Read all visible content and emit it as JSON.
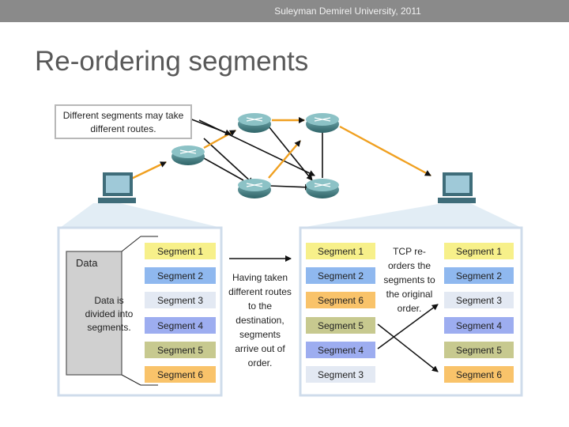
{
  "header": {
    "text": "Suleyman Demirel University, 2011"
  },
  "title": "Re-ordering segments",
  "callout": {
    "line1": "Different segments may take",
    "line2": "different routes."
  },
  "left_box": {
    "data_label": "Data",
    "divided_lines": [
      "Data is",
      "divided into",
      "segments."
    ],
    "segments": [
      "Segment 1",
      "Segment 2",
      "Segment 3",
      "Segment 4",
      "Segment 5",
      "Segment 6"
    ]
  },
  "middle_text": [
    "Having taken",
    "different routes",
    "to the",
    "destination,",
    "segments",
    "arrive out of",
    "order."
  ],
  "received_segments": [
    "Segment 1",
    "Segment 2",
    "Segment 6",
    "Segment 5",
    "Segment 4",
    "Segment 3"
  ],
  "tcp_text": [
    "TCP re-",
    "orders the",
    "segments to",
    "the original",
    "order."
  ],
  "ordered_segments": [
    "Segment 1",
    "Segment 2",
    "Segment 3",
    "Segment 4",
    "Segment 5",
    "Segment 6"
  ],
  "colors": {
    "segment1": "#f7f08a",
    "segment2": "#8fb8ef",
    "segment3": "#e3e9f3",
    "segment4": "#9dadf0",
    "segment5": "#c7c98f",
    "segment6": "#f9c36a",
    "route_orange": "#f0a020",
    "router": "#4f8a8f"
  }
}
